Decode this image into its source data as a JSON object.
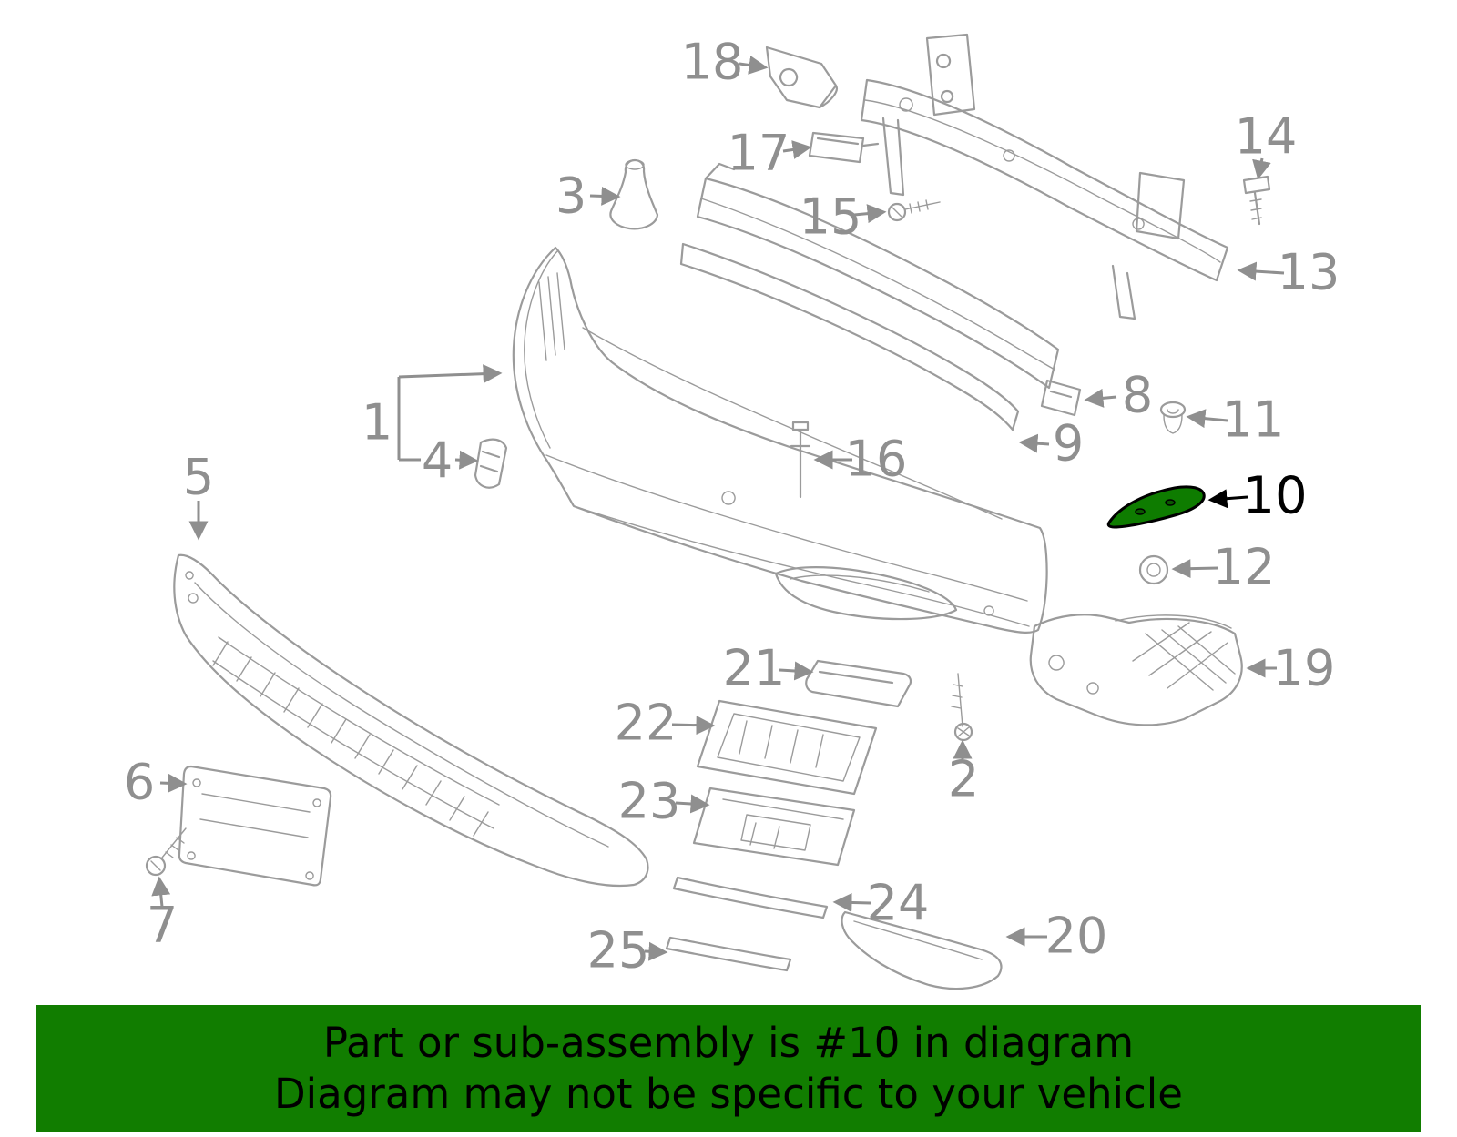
{
  "diagram": {
    "type": "exploded-parts-diagram",
    "subject": "front bumper assembly",
    "highlighted_part_number": "10"
  },
  "callouts": {
    "c1": "1",
    "c2": "2",
    "c3": "3",
    "c4": "4",
    "c5": "5",
    "c6": "6",
    "c7": "7",
    "c8": "8",
    "c9": "9",
    "c10": "10",
    "c11": "11",
    "c12": "12",
    "c13": "13",
    "c14": "14",
    "c15": "15",
    "c16": "16",
    "c17": "17",
    "c18": "18",
    "c19": "19",
    "c20": "20",
    "c21": "21",
    "c22": "22",
    "c23": "23",
    "c24": "24",
    "c25": "25"
  },
  "banner": {
    "line1": "Part or sub-assembly is #10 in diagram",
    "line2": "Diagram may not be specific to your vehicle"
  },
  "colors": {
    "line_art": "#9b9b9b",
    "callout_text": "#8f8f8f",
    "highlight_callout_text": "#000000",
    "highlight_green": "#0e7c00",
    "banner_background": "#117d00",
    "banner_text": "#000000"
  }
}
